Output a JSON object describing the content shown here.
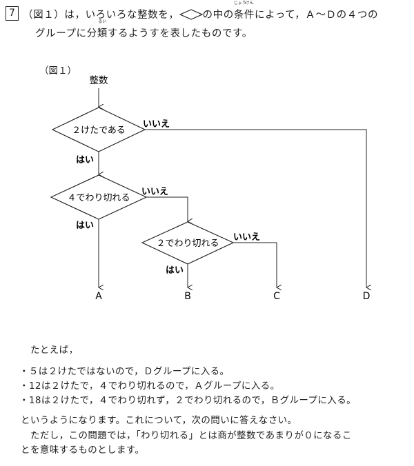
{
  "question_number": "7",
  "intro": {
    "part1": "（図１）は，いろいろな整数を，",
    "part2": "の中の",
    "kanji1": "条",
    "kanji1_ruby": "じょう",
    "kanji2": "件",
    "kanji2_ruby": "けん",
    "part3": "によって，Ａ～Ｄの４つの",
    "line2_a": "グループに分",
    "kanji3": "類",
    "kanji3_ruby": "るい",
    "line2_b": "するようすを表したものです。"
  },
  "figure": {
    "label": "（図１）",
    "start": "整数",
    "decisions": [
      {
        "text": "２けたである",
        "yes": "はい",
        "no": "いいえ"
      },
      {
        "text": "４でわり切れる",
        "yes": "はい",
        "no": "いいえ"
      },
      {
        "text": "２でわり切れる",
        "yes": "はい",
        "no": "いいえ"
      }
    ],
    "outputs": [
      "A",
      "B",
      "C",
      "D"
    ]
  },
  "body": {
    "example_intro": "たとえば，",
    "bullets": [
      "・５は２けたではないので，Ｄグループに入る。",
      "・12は２けたで，４でわり切れるので，Ａグループに入る。",
      "・18は２けたで，４でわり切れず，２でわり切れるので，Ｂグループに入る。"
    ],
    "closing1": "というようになります。これについて，次の問いに答えなさい。",
    "closing2": "ただし，この問題では，「わり切れる」とは商が整数であまりが０になるこ",
    "closing3": "とを意味するものとします。"
  }
}
